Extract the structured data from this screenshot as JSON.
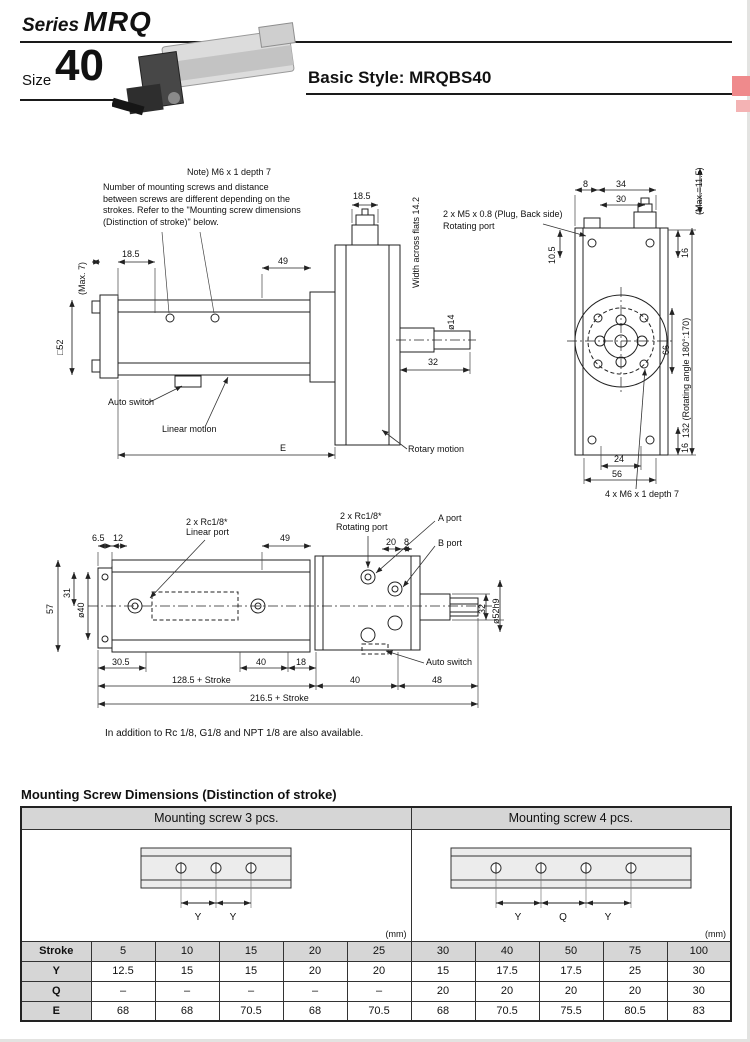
{
  "page": {
    "series_prefix": "Series",
    "series_name": "MRQ",
    "size_label": "Size",
    "size_value": "40",
    "basic_style": "Basic Style: MRQBS40",
    "footnote": "In addition to Rc 1/8, G1/8 and NPT 1/8 are also available."
  },
  "side_view": {
    "note": "Note) M6 x 1 depth 7",
    "mount_note": "Number of mounting screws and distance between screws are different depending on the strokes. Refer to the \"Mounting screw dimensions (Distinction of stroke)\" below.",
    "dim_18_5_left": "18.5",
    "dim_49": "49",
    "max_7": "(Max. 7)",
    "sq_52": "□52",
    "dim_18_5_top": "18.5",
    "width_across_flats": "Width across flats 14.2",
    "dia_14": "ø14",
    "dim_32": "32",
    "dim_e": "E",
    "auto_switch": "Auto switch",
    "linear_motion": "Linear motion",
    "rotary_motion": "Rotary motion"
  },
  "end_view": {
    "plug_note": "2 x M5 x 0.8 (Plug, Back side)",
    "rotating_port": "Rotating port",
    "dim_8": "8",
    "dim_34": "34",
    "dim_30": "30",
    "max_11_5": "(Max.=11.5)",
    "dim_10_5": "10.5",
    "dim_16_top": "16",
    "dim_66": "66",
    "dim_132": "132 (Rotating angle 180°:170)",
    "dim_16_bottom": "16",
    "dim_24": "24",
    "dim_56": "56",
    "screw_note": "4 x M6 x 1 depth 7"
  },
  "top_view": {
    "dim_6_5": "6.5",
    "dim_12": "12",
    "linear_port_line1": "2 x Rc1/8*",
    "linear_port_line2": "Linear port",
    "dim_49": "49",
    "rotating_port_line1": "2 x Rc1/8*",
    "rotating_port_line2": "Rotating port",
    "dim_20": "20",
    "dim_8": "8",
    "a_port": "A port",
    "b_port": "B port",
    "dim_57": "57",
    "dim_31": "31",
    "dia_40": "ø40",
    "dim_30_5": "30.5",
    "dim_40_left": "40",
    "dim_18": "18",
    "dim_40_right": "40",
    "dim_48": "48",
    "stroke_128": "128.5 + Stroke",
    "stroke_216": "216.5 + Stroke",
    "dim_32": "32",
    "dia_52h9": "ø52h9",
    "auto_switch": "Auto switch"
  },
  "table": {
    "title": "Mounting Screw Dimensions (Distinction of stroke)",
    "group_3pcs": "Mounting screw 3 pcs.",
    "group_4pcs": "Mounting screw 4 pcs.",
    "mm_label": "(mm)",
    "diagram_3pcs_labels": [
      "Y",
      "Y"
    ],
    "diagram_4pcs_labels": [
      "Y",
      "Q",
      "Y"
    ],
    "row_headers": [
      "Stroke",
      "Y",
      "Q",
      "E"
    ],
    "stroke": [
      "5",
      "10",
      "15",
      "20",
      "25",
      "30",
      "40",
      "50",
      "75",
      "100"
    ],
    "y_values": [
      "12.5",
      "15",
      "15",
      "20",
      "20",
      "15",
      "17.5",
      "17.5",
      "25",
      "30"
    ],
    "q_values": [
      "–",
      "–",
      "–",
      "–",
      "–",
      "20",
      "20",
      "20",
      "20",
      "30"
    ],
    "e_values": [
      "68",
      "68",
      "70.5",
      "68",
      "70.5",
      "68",
      "70.5",
      "75.5",
      "80.5",
      "83"
    ]
  }
}
